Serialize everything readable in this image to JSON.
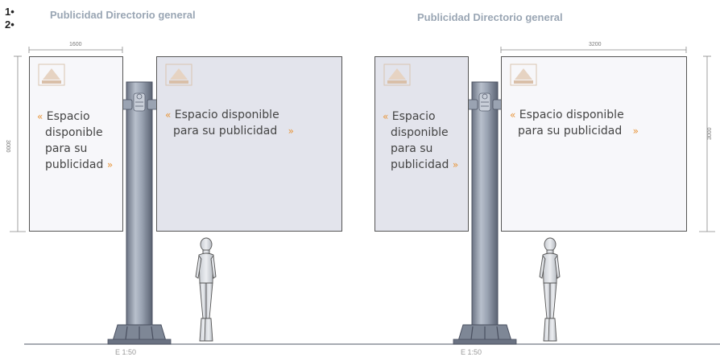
{
  "markers": [
    "1•",
    "2•"
  ],
  "panels": [
    {
      "title": "Publicidad Directorio general",
      "width_dimension": "1600",
      "height_dimension": "3000",
      "scale": "E 1:50",
      "boards": {
        "left": {
          "text_line1": "Espacio",
          "text_line2": "disponible",
          "text_line3": "para su",
          "text_line4": "publicidad"
        },
        "right": {
          "text_line1": "Espacio  disponible",
          "text_line2": "para su publicidad"
        }
      }
    },
    {
      "title": "Publicidad Directorio general",
      "width_dimension": "3200",
      "height_dimension": "3000",
      "scale": "E 1:50",
      "boards": {
        "left": {
          "text_line1": "Espacio",
          "text_line2": "disponible",
          "text_line3": "para su",
          "text_line4": "publicidad"
        },
        "right": {
          "text_line1": "Espacio  disponible",
          "text_line2": "para su publicidad"
        }
      }
    }
  ],
  "quote_open": "«",
  "quote_close": "»",
  "icons": [
    "municipal-logo-icon",
    "coat-of-arms-icon",
    "human-figure-icon",
    "support-pole-icon"
  ],
  "colors": {
    "accent_quote": "#e8953a",
    "title": "#9aa6b4",
    "board_border": "#555555",
    "pole": "#8a93a3"
  }
}
